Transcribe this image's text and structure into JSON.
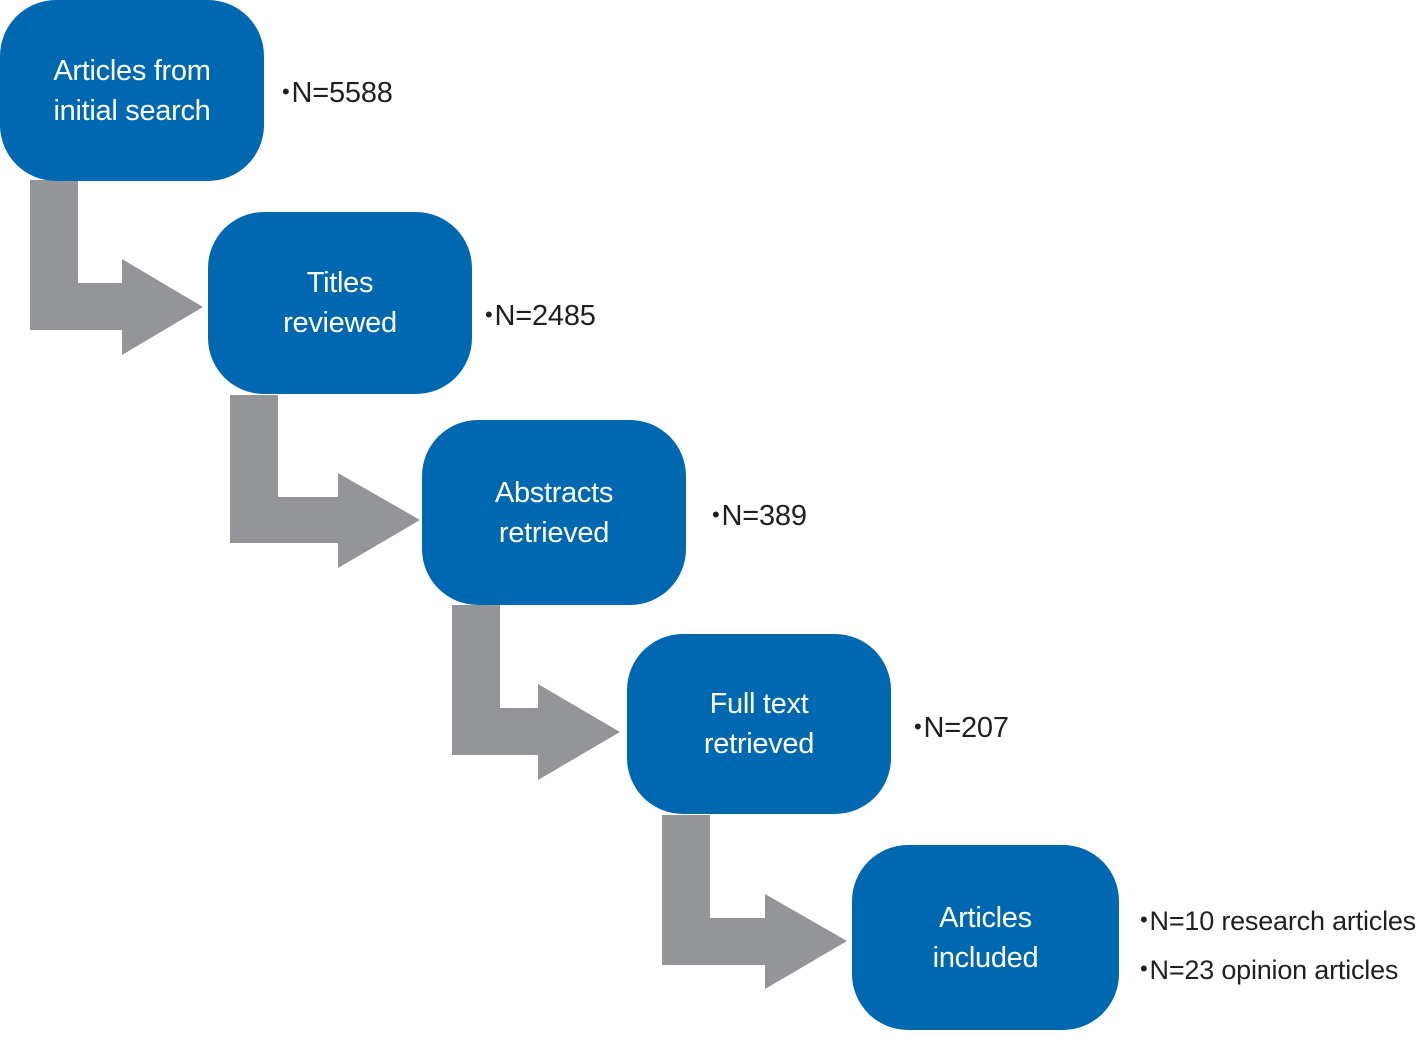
{
  "colors": {
    "box_fill": "#0068b0",
    "arrow_fill": "#939598",
    "text_dark": "#231f20"
  },
  "steps": [
    {
      "label_lines": [
        "Articles from",
        "initial search"
      ],
      "notes": [
        "N=5588"
      ]
    },
    {
      "label_lines": [
        "Titles",
        "reviewed"
      ],
      "notes": [
        "N=2485"
      ]
    },
    {
      "label_lines": [
        "Abstracts",
        "retrieved"
      ],
      "notes": [
        "N=389"
      ]
    },
    {
      "label_lines": [
        "Full text",
        "retrieved"
      ],
      "notes": [
        "N=207"
      ]
    },
    {
      "label_lines": [
        "Articles",
        "included"
      ],
      "notes": [
        "N=10 research articles",
        "N=23 opinion articles"
      ]
    }
  ],
  "bullet_glyph": "•"
}
